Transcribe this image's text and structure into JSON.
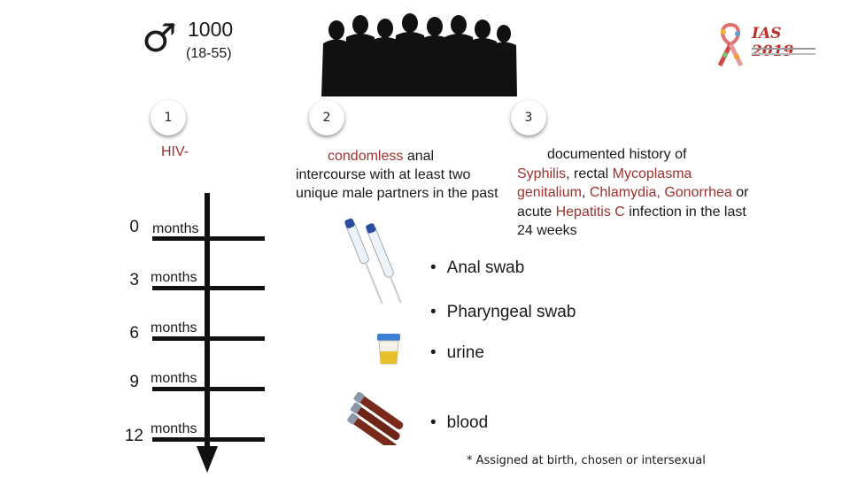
{
  "header": {
    "male_symbol": "♂",
    "asterisk": "*",
    "count": "1000",
    "age_range": "(18-55)"
  },
  "logo": {
    "text": "IAS 2019",
    "icon": "ribbon-logo-icon"
  },
  "criteria": {
    "c1": {
      "number": "1",
      "text": "HIV-"
    },
    "c2": {
      "number": "2",
      "highlight": "condomless",
      "text_rest": " anal intercourse with at least two unique male partners in the past"
    },
    "c3": {
      "number": "3",
      "line1": "documented history of",
      "syphilis": "Syphilis",
      "sep1": ", rectal ",
      "mycoplasma": "Mycoplasma genitalium",
      "sep2": ", ",
      "chlamydia": "Chlamydia,",
      "sep3": " ",
      "gonorrhea": "Gonorrhea",
      "sep4": "  or acute ",
      "hepatitis": "Hepatitis C",
      "tail": " infection in the last 24 weeks"
    }
  },
  "timeline": [
    {
      "num": "0",
      "unit": "months"
    },
    {
      "num": "3",
      "unit": "months"
    },
    {
      "num": "6",
      "unit": "months"
    },
    {
      "num": "9",
      "unit": "months"
    },
    {
      "num": "12",
      "unit": "months"
    }
  ],
  "samples": {
    "bullet": "•",
    "anal": "Anal swab",
    "pharyngeal": "Pharyngeal swab",
    "urine": "urine",
    "blood": "blood"
  },
  "footnote": "* Assigned at birth, chosen or intersexual",
  "colors": {
    "highlight": "#a0302c",
    "text": "#1a1a1a",
    "logo_red": "#c0302a"
  }
}
